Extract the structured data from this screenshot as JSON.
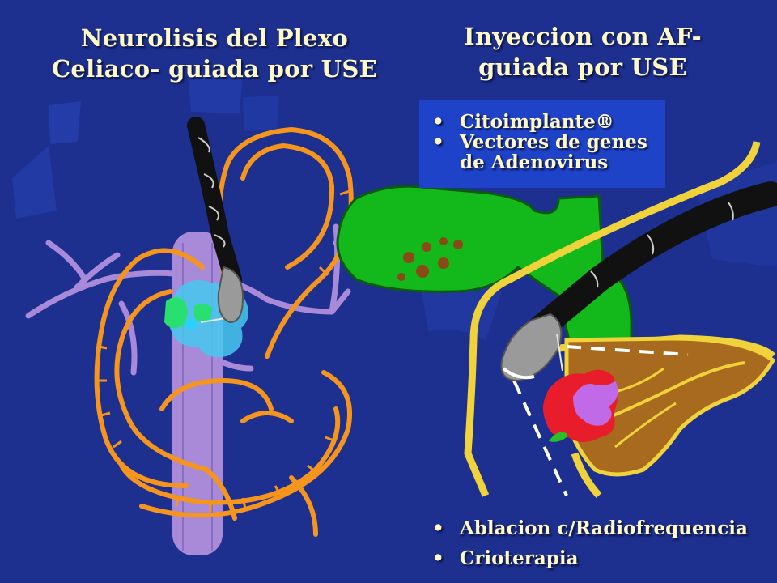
{
  "slide": {
    "left_title": "Neurolisis del Plexo Celiaco- guiada por USE",
    "right_title": "Inyeccion con AF- guiada por USE",
    "bullet_glyph": "•",
    "injection_agents": [
      "Citoimplante®",
      "Vectores de genes de Adenovirus"
    ],
    "ablation_methods": [
      "Ablacion c/Radiofrequencia",
      "Crioterapia"
    ]
  },
  "colors": {
    "background": "#1d2f8f",
    "title_text": "#fff8c8",
    "label_box": "#1e43c8",
    "vessel": "#f5951e",
    "aorta": "#a98ad8",
    "organ": "#13b81a",
    "tumor": "#e81c2a",
    "liver": "#a86a1e"
  },
  "icons": [
    "echoendoscope-icon",
    "celiac-plexus-icon",
    "tumor-icon",
    "liver-icon",
    "gallbladder-icon"
  ]
}
